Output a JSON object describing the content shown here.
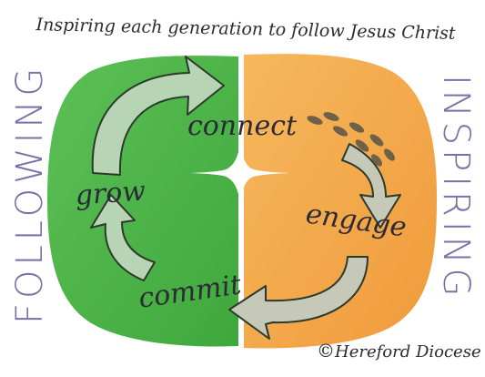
{
  "tagline": "Inspiring each generation to follow Jesus Christ",
  "side_left": "FOLLOWING",
  "side_right": "INSPIRING",
  "cycle": {
    "connect": "connect",
    "engage": "engage",
    "commit": "commit",
    "grow": "grow"
  },
  "credit": {
    "symbol": "©",
    "text": "Hereford Diocese"
  },
  "colors": {
    "green": "#4fb84a",
    "orange": "#f3a94a",
    "arrow_fill": "#b9cdbd",
    "footprints": "#6d6249"
  }
}
